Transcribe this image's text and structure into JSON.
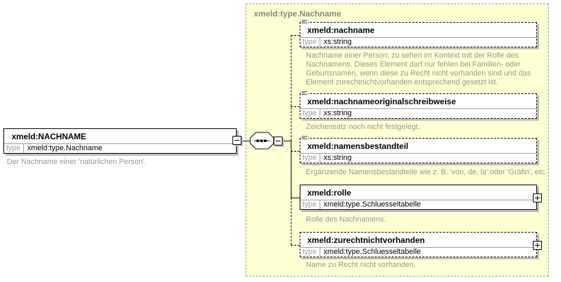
{
  "diagram": {
    "root": {
      "name": "xmeld:NACHNAME",
      "type_label": "type",
      "type_value": "xmeld:type.Nachname",
      "description": "Der Nachname einer 'natürlichen Person'.",
      "toggle_state": "expanded"
    },
    "container": {
      "title": "xmeld:type.Nachname",
      "compositor": "sequence",
      "children": [
        {
          "name": "xmeld:nachname",
          "type_label": "type",
          "type_value": "xs:string",
          "optional": true,
          "content": "simple",
          "description": "Nachname einer Person; zu sehen im Kontext mit der Rolle des Nachnamens. Dieses Element darf nur fehlen bei Familien- oder Geburtsnamen, wenn diese zu Recht nicht vorhanden sind und das Element zurechtnichtvorhanden entsprechend gesetzt ist."
        },
        {
          "name": "xmeld:nachnameoriginalschreibweise",
          "type_label": "type",
          "type_value": "xs:string",
          "optional": true,
          "content": "simple",
          "description": "Zeichensatz noch nicht festgelegt."
        },
        {
          "name": "xmeld:namensbestandteil",
          "type_label": "type",
          "type_value": "xs:string",
          "optional": true,
          "content": "simple",
          "description": "Ergänzende Namensbestandteile wie z. B. 'von, de, la' oder 'Gräfin', etc."
        },
        {
          "name": "xmeld:rolle",
          "type_label": "type",
          "type_value": "xmeld:type.Schluesseltabelle",
          "optional": false,
          "content": "complex",
          "description": "Rolle des Nachnamens."
        },
        {
          "name": "xmeld:zurechtnichtvorhanden",
          "type_label": "type",
          "type_value": "xmeld:type.Schluesseltabelle",
          "optional": true,
          "content": "complex",
          "description": "Name zu Recht nicht vorhanden."
        }
      ]
    },
    "colors": {
      "container_bg": "#ffffd4",
      "container_border": "#9a9a9a",
      "box_border": "#000000",
      "shadow": "#bdbdbd",
      "muted_text": "#98988e",
      "type_label_gray": "#9c9c9c"
    }
  }
}
